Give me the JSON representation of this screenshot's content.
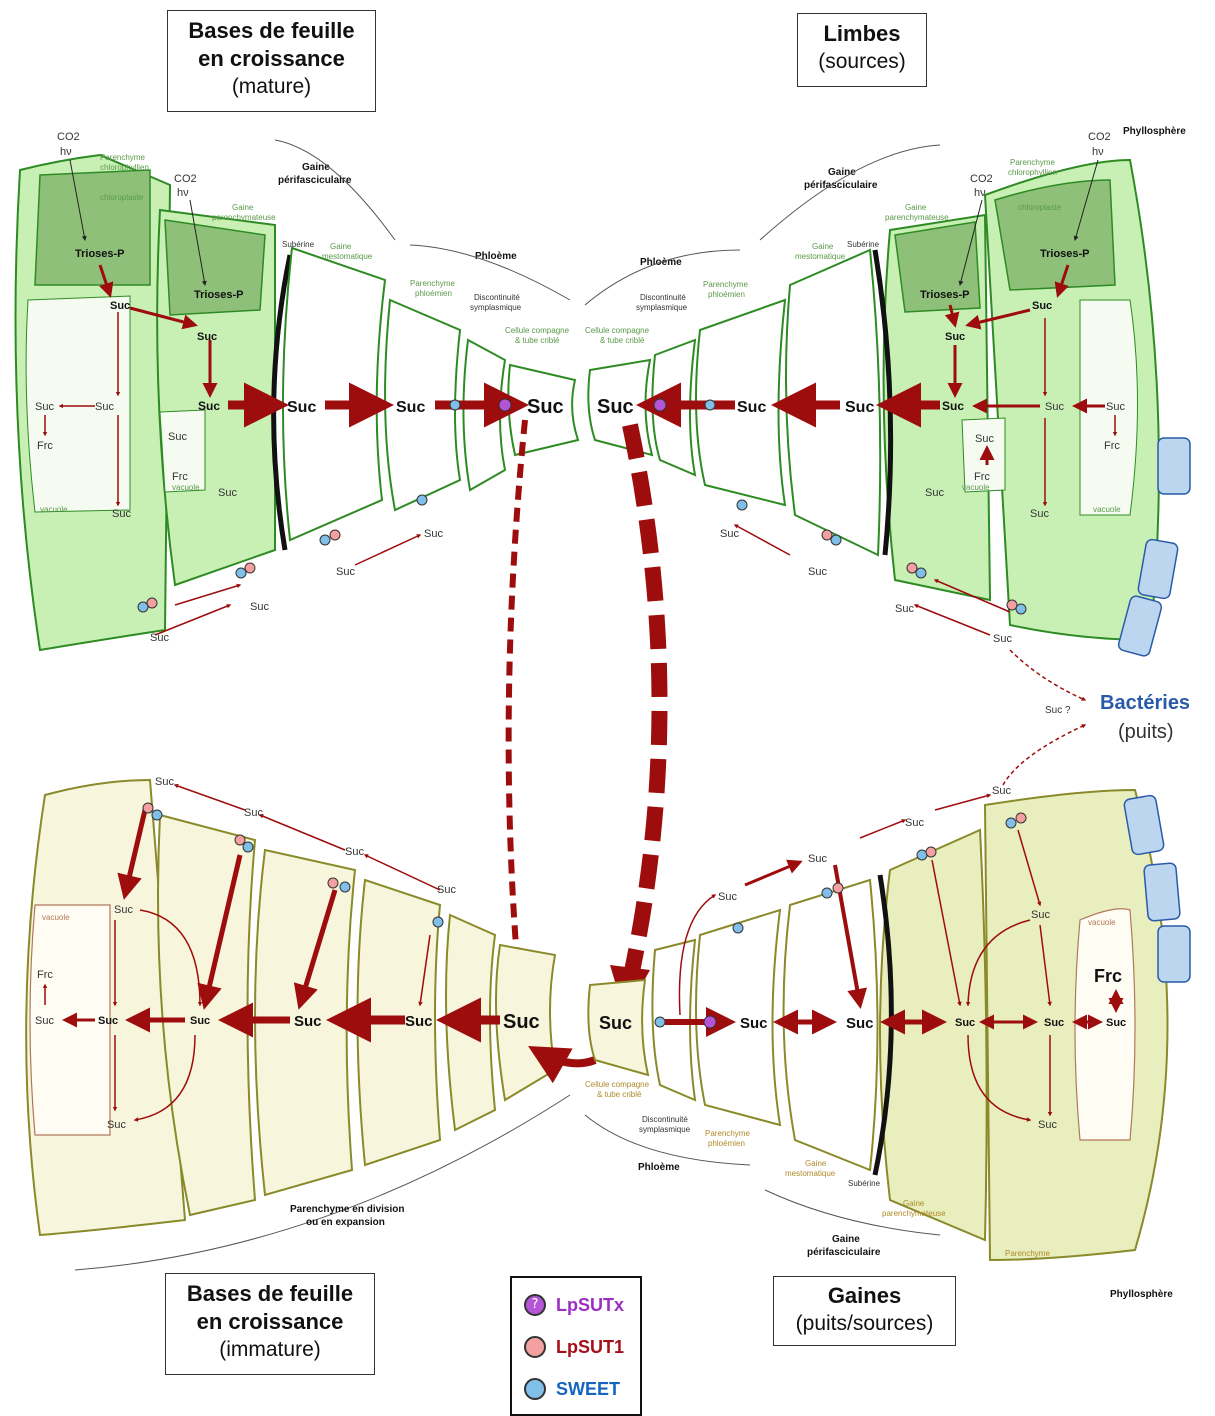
{
  "boxes": {
    "top_left": {
      "line1": "Bases de feuille",
      "line2": "en croissance",
      "line3": "(mature)"
    },
    "top_right": {
      "line1": "Limbes",
      "line2": "(sources)"
    },
    "bottom_left": {
      "line1": "Bases de feuille",
      "line2": "en croissance",
      "line3": "(immature)"
    },
    "bottom_right": {
      "line1": "Gaines",
      "line2": "(puits/sources)"
    }
  },
  "bacteria": {
    "title": "Bactéries",
    "subtitle": "(puits)",
    "question": "Suc ?"
  },
  "phyllosphere": "Phyllosphère",
  "labels": {
    "suc": "Suc",
    "frc": "Frc",
    "trioses": "Trioses-P",
    "co2": "CO2",
    "hv": "hν",
    "gaine_peri": "Gaine périfasciculaire",
    "gaine_peri_l1": "Gaine",
    "gaine_peri_l2": "périfasciculaire",
    "phloeme": "Phloème",
    "suberine": "Subérine",
    "disc_l1": "Discontinuité",
    "disc_l2": "symplasmique",
    "cellule_l1": "Cellule compagne",
    "cellule_l2": "& tube criblé",
    "par_phloem_l1": "Parenchyme",
    "par_phloem_l2": "phloémien",
    "gaine_mest_l1": "Gaine",
    "gaine_mest_l2": "mestomatique",
    "gaine_par_l1": "Gaine",
    "gaine_par_l2": "parenchymateuse",
    "par_chloro_l1": "Parenchyme",
    "par_chloro_l2": "chlorophyllien",
    "chloroplaste": "chloroplaste",
    "vacuole": "vacuole",
    "parenchyme": "Parenchyme",
    "par_div_l1": "Parenchyme en division",
    "par_div_l2": "ou en expansion"
  },
  "legend": [
    {
      "name": "LpSUTx",
      "symbol": "?",
      "color": "#b455d6",
      "text_color": "#9b2fc4"
    },
    {
      "name": "LpSUT1",
      "symbol": "",
      "color": "#f4a0a0",
      "text_color": "#a50f1a"
    },
    {
      "name": "SWEET",
      "symbol": "",
      "color": "#7fbfe8",
      "text_color": "#1565c0"
    }
  ],
  "colors": {
    "arrow": "#9e0d0d",
    "green_fill": "#c8f0b4",
    "green_stroke": "#2e8b24",
    "olive_fill": "#f7f5dc",
    "olive_stroke": "#8a8a2a",
    "bacteria_fill": "#bcd6ef",
    "bacteria_text": "#2a5ba8"
  }
}
